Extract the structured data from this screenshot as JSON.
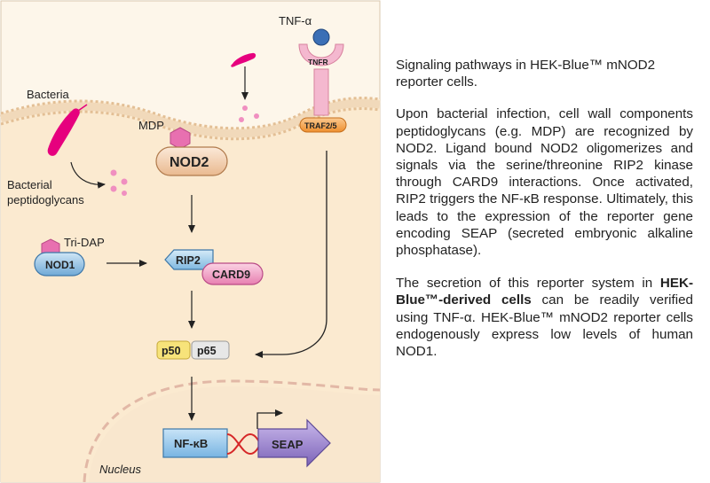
{
  "diagram": {
    "labels": {
      "tnf": "TNF-α",
      "tnfr": "TNFR",
      "traf": "TRAF2/5",
      "bacteria": "Bacteria",
      "bacterial_pg_line1": "Bacterial",
      "bacterial_pg_line2": "peptidoglycans",
      "mdp": "MDP",
      "nod2": "NOD2",
      "tridap": "Tri-DAP",
      "nod1": "NOD1",
      "rip2": "RIP2",
      "card9": "CARD9",
      "p50": "p50",
      "p65": "p65",
      "nfkb": "NF-κB",
      "seap": "SEAP",
      "nucleus": "Nucleus"
    },
    "colors": {
      "cytoplasm": "#fbefd8",
      "membrane": "#e8c49a",
      "bacteria": "#e6007e",
      "nod_box": "#f6dcc4",
      "nod1_blue": "#9ccbe8",
      "card9_pink": "#f4a6c6",
      "p_yellow": "#f9e79f",
      "seap_purple": "#8e7cc3",
      "dna_red": "#d62728"
    }
  },
  "caption": {
    "title": "Signaling pathways in HEK-Blue™ mNOD2 reporter cells.",
    "para1": "Upon bacterial infection, cell wall components peptidoglycans (e.g. MDP) are recognized by NOD2. Ligand bound NOD2 oligomerizes and signals via the serine/threonine RIP2 kinase through CARD9 interactions. Once activated, RIP2 triggers the NF-κB response. Ultimately, this leads to the expression of the reporter gene encoding SEAP (secreted embryonic alkaline phosphatase).",
    "para2_start": "The secretion of this reporter system in ",
    "para2_bold": "HEK-Blue™-derived cells",
    "para2_end": " can be readily verified using TNF-α. HEK-Blue™ mNOD2 reporter cells endogenously express low levels of human NOD1."
  }
}
